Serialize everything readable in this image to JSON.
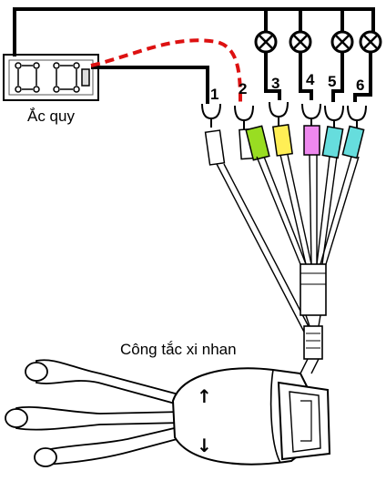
{
  "labels": {
    "battery": "Ắc quy",
    "switch": "Công tắc xi nhan"
  },
  "terminals": [
    {
      "number": "1",
      "color": "#ffffff"
    },
    {
      "number": "2",
      "color": "#ffffff"
    },
    {
      "number": "3",
      "color": "#99dd22"
    },
    {
      "number": "4",
      "color": "#ffee55"
    },
    {
      "number": "5",
      "color": "#ee88ee"
    },
    {
      "number": "6",
      "color": "#66dddd"
    }
  ],
  "wire_colors": {
    "black": "#000000",
    "red_dashed": "#dd1111"
  },
  "handle_arrows": [
    "↑",
    "↓"
  ]
}
